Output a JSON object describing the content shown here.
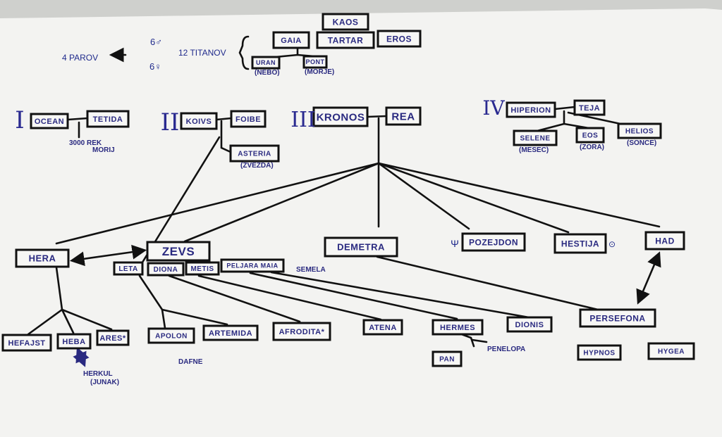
{
  "generations": {
    "primordial": [
      "KAOS",
      "GAIA",
      "TARTAR",
      "EROS"
    ],
    "gaia_children": [
      {
        "name": "URAN",
        "meaning": "(NEBO)"
      },
      {
        "name": "PONT",
        "meaning": "(MORJE)"
      }
    ],
    "titans_summary": {
      "pairs": "4 PAROV",
      "male": "6♂",
      "female": "6♀",
      "total": "12 TITANOV"
    }
  },
  "titan_pairs": [
    {
      "numeral": "I",
      "left": "OCEAN",
      "right": "TETIDA",
      "note_line1": "3000 REK",
      "note_line2": "MORIJ"
    },
    {
      "numeral": "II",
      "left": "KOIVS",
      "right": "FOIBE",
      "child": "ASTERIA",
      "child_note": "(ZVEZDA)"
    },
    {
      "numeral": "III",
      "left": "KRONOS",
      "right": "REA"
    },
    {
      "numeral": "IV",
      "left": "HIPERION",
      "right": "TEJA",
      "children": [
        {
          "name": "SELENE",
          "note": "(MESEC)"
        },
        {
          "name": "EOS",
          "note": "(ZORA)"
        },
        {
          "name": "HELIOS",
          "note": "(SONCE)"
        }
      ]
    }
  ],
  "kronos_children": [
    "HERA",
    "ZEVS",
    "DEMETRA",
    "POZEJDON",
    "HESTIJA",
    "HAD"
  ],
  "kronos_children_symbols": {
    "pozejdon": "Ψ",
    "hestija": "⊙"
  },
  "zevs_partners": [
    "LETA",
    "DIONA",
    "METIS",
    "PELJARA MAIA",
    "SEMELA"
  ],
  "hera_children": [
    "HEFAJST",
    "HEBA",
    "ARES*"
  ],
  "heba_partner": {
    "name": "HERKUL",
    "note": "(JUNAK)"
  },
  "zevs_children": [
    "APOLON",
    "ARTEMIDA",
    "AFRODITA*",
    "ATENA",
    "HERMES",
    "DIONIS",
    "PERSEFONA"
  ],
  "apolon_note": "DAFNE",
  "hermes_related": {
    "partner": "PENELOPA",
    "child": "PAN"
  },
  "persefona_children": [
    "HYPNOS",
    "HYGEA"
  ]
}
